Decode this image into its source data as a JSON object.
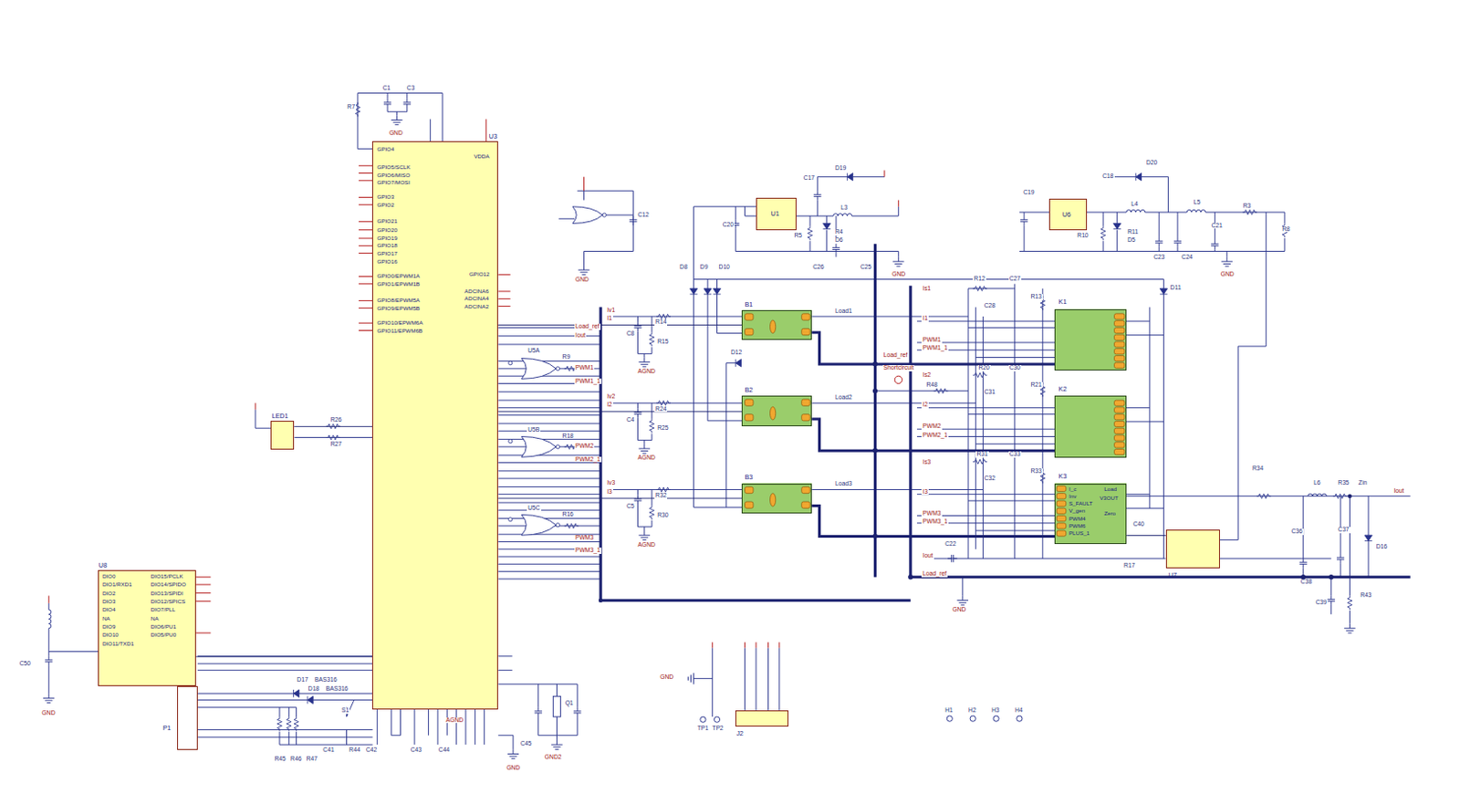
{
  "diagram": {
    "nodes": [
      {
        "text": [
          "U3",
          "GPIO4",
          "GPIO5/SCLK",
          "GPIO6/MISO",
          "GPIO7/MOSI",
          "GPIO3",
          "GPIO2",
          "GPIO21",
          "GPIO20",
          "GPIO19",
          "GPIO18",
          "GPIO17",
          "GPIO16",
          "GPIO0/EPWM1A",
          "GPIO1/EPWM1B",
          "GPIO8/EPWM5A",
          "GPIO9/EPWM5B",
          "GPIO10/EPWM6A",
          "GPIO11/EPWM6B",
          "GPIO12",
          "ADCINA6",
          "ADCINA4",
          "ADCINA2",
          "VDDA"
        ]
      },
      {
        "text": [
          "U8",
          "DIO0",
          "DIO1/RXD1",
          "DIO2",
          "DIO3",
          "DIO4",
          "NA",
          "DIO9",
          "DIO10",
          "DIO11/TXD1",
          "DIO15/PCLK",
          "DIO14/SPIDO",
          "DIO13/SPIDI",
          "DIO12/SPICS",
          "DIO7/PLL",
          "NA",
          "DIO6/PU1",
          "DIO5/PU0"
        ]
      },
      {
        "text": [
          "P1"
        ]
      },
      {
        "text": [
          "LED1"
        ]
      },
      {
        "text": [
          "U1"
        ]
      },
      {
        "text": [
          "U6"
        ]
      },
      {
        "text": [
          "B1"
        ]
      },
      {
        "text": [
          "B2"
        ]
      },
      {
        "text": [
          "B3"
        ]
      },
      {
        "text": [
          "K1"
        ]
      },
      {
        "text": [
          "K2"
        ]
      },
      {
        "text": [
          "K3",
          "I_c",
          "Inv",
          "S_FAULT",
          "V_gen",
          "PWM4",
          "PWM6",
          "PLUS_1",
          "Load",
          "V3OUT",
          "Zero"
        ]
      },
      {
        "text": [
          "U7"
        ]
      },
      {
        "text": [
          "J2"
        ]
      }
    ],
    "edges": [
      {
        "from": 0,
        "to": 6,
        "arrow": "none"
      },
      {
        "from": 0,
        "to": 7,
        "arrow": "none"
      },
      {
        "from": 0,
        "to": 8,
        "arrow": "none"
      },
      {
        "from": 6,
        "to": 9,
        "arrow": "none"
      },
      {
        "from": 7,
        "to": 10,
        "arrow": "none"
      },
      {
        "from": 8,
        "to": 11,
        "arrow": "none"
      },
      {
        "from": 1,
        "to": 0,
        "arrow": "none"
      },
      {
        "from": 3,
        "to": 0,
        "arrow": "none"
      },
      {
        "from": 11,
        "to": 12,
        "arrow": "none"
      }
    ],
    "labels": [
      "C1",
      "C3",
      "GND",
      "R7",
      "C12",
      "GND",
      "D19",
      "C17",
      "L3",
      "R5",
      "R4",
      "D6",
      "C20",
      "C26",
      "C25",
      "GND",
      "D8",
      "D9",
      "D10",
      "D20",
      "C18",
      "L4",
      "C19",
      "R10",
      "R11",
      "D5",
      "C23",
      "C24",
      "L5",
      "C21",
      "R3",
      "R8",
      "GND",
      "R12",
      "C27",
      "D11",
      "R13",
      "C28",
      "Is1",
      "I1",
      "PWM1",
      "PWM1_1",
      "Load_ref",
      "Shortcircuit",
      "Is2",
      "R48",
      "R20",
      "C30",
      "R21",
      "C31",
      "I2",
      "PWM2",
      "PWM2_1",
      "Is3",
      "R31",
      "C33",
      "R33",
      "C32",
      "I3",
      "PWM3",
      "PWM3_1",
      "C22",
      "Iout",
      "Load_ref",
      "GND",
      "R17",
      "C40",
      "R34",
      "L6",
      "R35",
      "Zin",
      "Iout",
      "D16",
      "C36",
      "C37",
      "C38",
      "C39",
      "R43",
      "Load1",
      "Load2",
      "Load3",
      "D12",
      "Iv1",
      "I1",
      "Load_ref",
      "Iout",
      "U5A",
      "R9",
      "PWM1",
      "PWM1_1",
      "R14",
      "C8",
      "R15",
      "AGND",
      "Iv2",
      "I2",
      "U5B",
      "R18",
      "PWM2",
      "PWM2_1",
      "R24",
      "C4",
      "R25",
      "AGND",
      "Iv3",
      "I3",
      "U5C",
      "R16",
      "PWM3",
      "PWM3_1",
      "R32",
      "C5",
      "R30",
      "AGND",
      "R26",
      "R27",
      "C50",
      "GND",
      "D17",
      "BAS316",
      "D18",
      "BAS316",
      "S1",
      "R45",
      "R46",
      "R47",
      "C41",
      "R44",
      "C42",
      "C43",
      "C44",
      "AGND",
      "C45",
      "GND",
      "Q1",
      "GND2",
      "GND",
      "TP1",
      "TP2",
      "H1",
      "H2",
      "H3",
      "H4"
    ]
  }
}
